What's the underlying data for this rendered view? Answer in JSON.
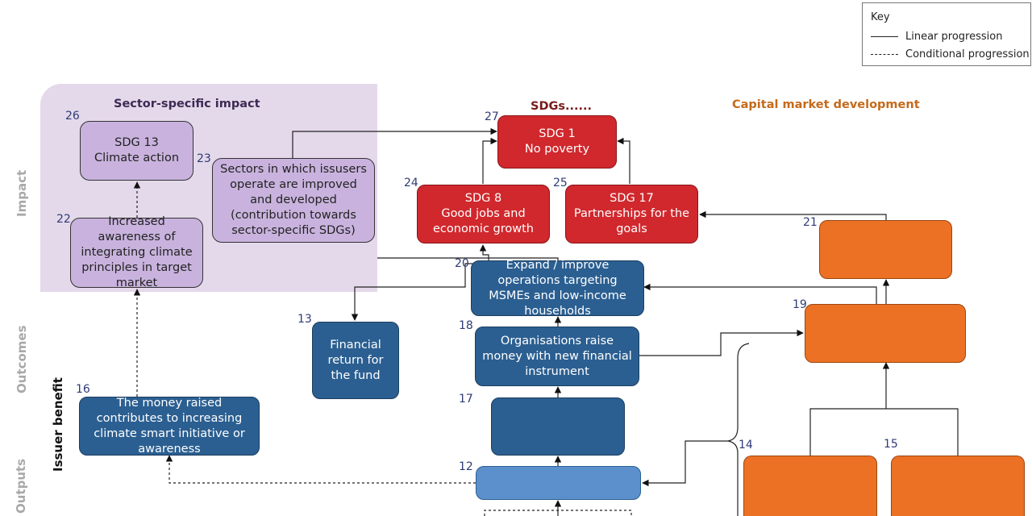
{
  "key": {
    "title": "Key",
    "linear": "Linear progression",
    "conditional": "Conditional progression"
  },
  "headings": {
    "sector_impact": "Sector-specific impact",
    "sdgs": "SDGs......",
    "capital_market": "Capital market development",
    "issuer_benefit": "Issuer benefit"
  },
  "rows": {
    "impact": "Impact",
    "outcomes": "Outcomes",
    "outputs": "Outputs"
  },
  "colors": {
    "sector_heading": "#3d2a55",
    "sdgs_heading": "#7a1a1a",
    "capital_heading": "#c46a1c",
    "number": "#2e3b78",
    "row_label": "#a8a8a8"
  },
  "nodes": {
    "n26": {
      "num": "26",
      "text": "SDG 13\nClimate action"
    },
    "n23": {
      "num": "23",
      "text": "Sectors in which issusers operate are improved and developed (contribution towards sector-specific SDGs)"
    },
    "n22": {
      "num": "22",
      "text": "Increased awareness of integrating climate principles in target market"
    },
    "n27": {
      "num": "27",
      "text": "SDG 1\nNo poverty"
    },
    "n24": {
      "num": "24",
      "text": "SDG 8\nGood jobs and economic growth"
    },
    "n25": {
      "num": "25",
      "text": "SDG 17\nPartnerships for the goals"
    },
    "n21": {
      "num": "21",
      "text": ""
    },
    "n20": {
      "num": "20",
      "text": "Expand / improve operations targeting MSMEs and low-income households"
    },
    "n19": {
      "num": "19",
      "text": ""
    },
    "n13": {
      "num": "13",
      "text": "Financial return for the fund"
    },
    "n18": {
      "num": "18",
      "text": "Organisations raise money with new financial instrument"
    },
    "n17": {
      "num": "17",
      "text": ""
    },
    "n16": {
      "num": "16",
      "text": "The money raised contributes to increasing climate smart initiative or awareness"
    },
    "n12": {
      "num": "12",
      "text": ""
    },
    "n14": {
      "num": "14",
      "text": ""
    },
    "n15": {
      "num": "15",
      "text": ""
    }
  }
}
